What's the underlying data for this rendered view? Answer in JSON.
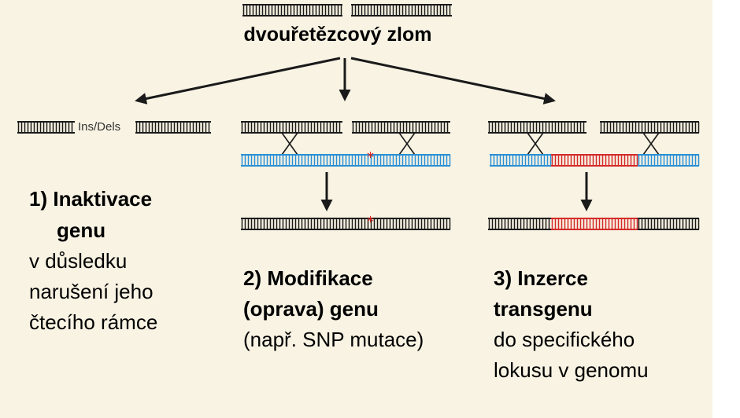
{
  "title": "dvouřetězcový zlom",
  "ins_dels_label": "Ins/Dels",
  "outcomes": [
    {
      "heading_line1": "1) Inaktivace",
      "heading_line2": "genu",
      "desc_line1": "v důsledku",
      "desc_line2": "narušení jeho",
      "desc_line3": "čtecího rámce"
    },
    {
      "heading_line1": "2) Modifikace",
      "heading_line2": "(oprava) genu",
      "desc_line1": "(např. SNP mutace)"
    },
    {
      "heading_line1": "3) Inzerce",
      "heading_line2": "transgenu",
      "desc_line1": "do specifického",
      "desc_line2": "lokusu v genomu"
    }
  ],
  "colors": {
    "background": "#f8f3e3",
    "dna_black": "#1a1a1a",
    "dna_blue": "#2a8fd4",
    "dna_red": "#d42a2a",
    "mutation_star": "#e0201c"
  }
}
